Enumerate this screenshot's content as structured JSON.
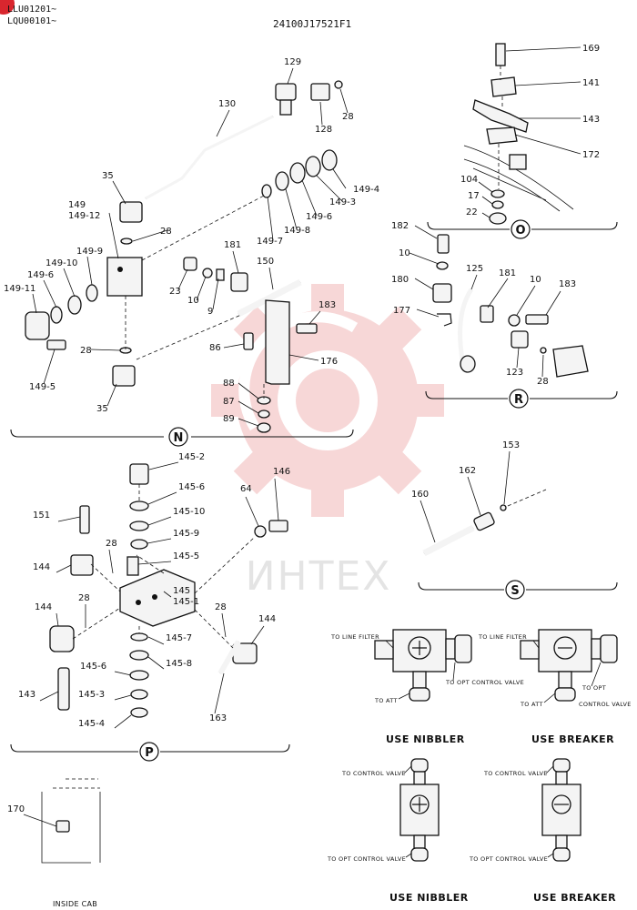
{
  "header": {
    "serial_1": "LLU01201~",
    "serial_2": "LQU00101~",
    "drawing_no": "24100J17521F1"
  },
  "watermark": "ИНТЕХ",
  "sections": {
    "N": "N",
    "O": "O",
    "R": "R",
    "S": "S",
    "P": "P"
  },
  "labels": {
    "l169": "169",
    "l141": "141",
    "l143": "143",
    "l172": "172",
    "l104": "104",
    "l17": "17",
    "l22": "22",
    "l129": "129",
    "l130": "130",
    "l128": "128",
    "l28a": "28",
    "l35a": "35",
    "l149": "149",
    "l149_12": "149-12",
    "l28b": "28",
    "l149_4": "149-4",
    "l149_3": "149-3",
    "l149_6a": "149-6",
    "l149_8": "149-8",
    "l149_7": "149-7",
    "l149_9": "149-9",
    "l149_10": "149-10",
    "l149_6b": "149-6",
    "l149_11": "149-11",
    "l181a": "181",
    "l150": "150",
    "l183a": "183",
    "l23": "23",
    "l10a": "10",
    "l9": "9",
    "l28c": "28",
    "l86": "86",
    "l176": "176",
    "l149_5": "149-5",
    "l35b": "35",
    "l88": "88",
    "l87": "87",
    "l89": "89",
    "l182": "182",
    "l10b": "10",
    "l180": "180",
    "l125": "125",
    "l181b": "181",
    "l10c": "10",
    "l183b": "183",
    "l177": "177",
    "l123": "123",
    "l28d": "28",
    "l145_2": "145-2",
    "l145_6a": "145-6",
    "l145_10": "145-10",
    "l145_9": "145-9",
    "l146": "146",
    "l64": "64",
    "l151": "151",
    "l28e": "28",
    "l145_5": "145-5",
    "l144a": "144",
    "l145": "145",
    "l145_1": "145-1",
    "l28f": "28",
    "l144b": "144",
    "l28g": "28",
    "l144c": "144",
    "l145_7": "145-7",
    "l145_8": "145-8",
    "l145_6b": "145-6",
    "l143b": "143",
    "l145_3": "145-3",
    "l145_4": "145-4",
    "l163": "163",
    "l153": "153",
    "l162": "162",
    "l160": "160",
    "l170": "170"
  },
  "valve_notes": {
    "to_line_filter_1": "TO LINE FILTER",
    "to_att_1": "TO ATT",
    "to_opt_cv_1": "TO OPT CONTROL VALVE",
    "to_line_filter_2": "TO LINE FILTER",
    "to_opt_cv_2": "TO OPT",
    "to_opt_cv_2b": "CONTROL VALVE",
    "to_att_2": "TO ATT",
    "to_cv_3": "TO CONTROL VALVE",
    "to_opt_cv_3": "TO OPT CONTROL VALVE",
    "to_cv_4": "TO CONTROL VALVE",
    "to_opt_cv_4": "TO OPT CONTROL VALVE"
  },
  "captions": {
    "nibbler_1": "USE NIBBLER",
    "breaker_1": "USE BREAKER",
    "nibbler_2": "USE NIBBLER",
    "breaker_2": "USE BREAKER",
    "inside_cab": "INSIDE CAB"
  },
  "colors": {
    "watermark": "#f2b7b7",
    "badge": "#d9262e",
    "ink": "#111111"
  }
}
